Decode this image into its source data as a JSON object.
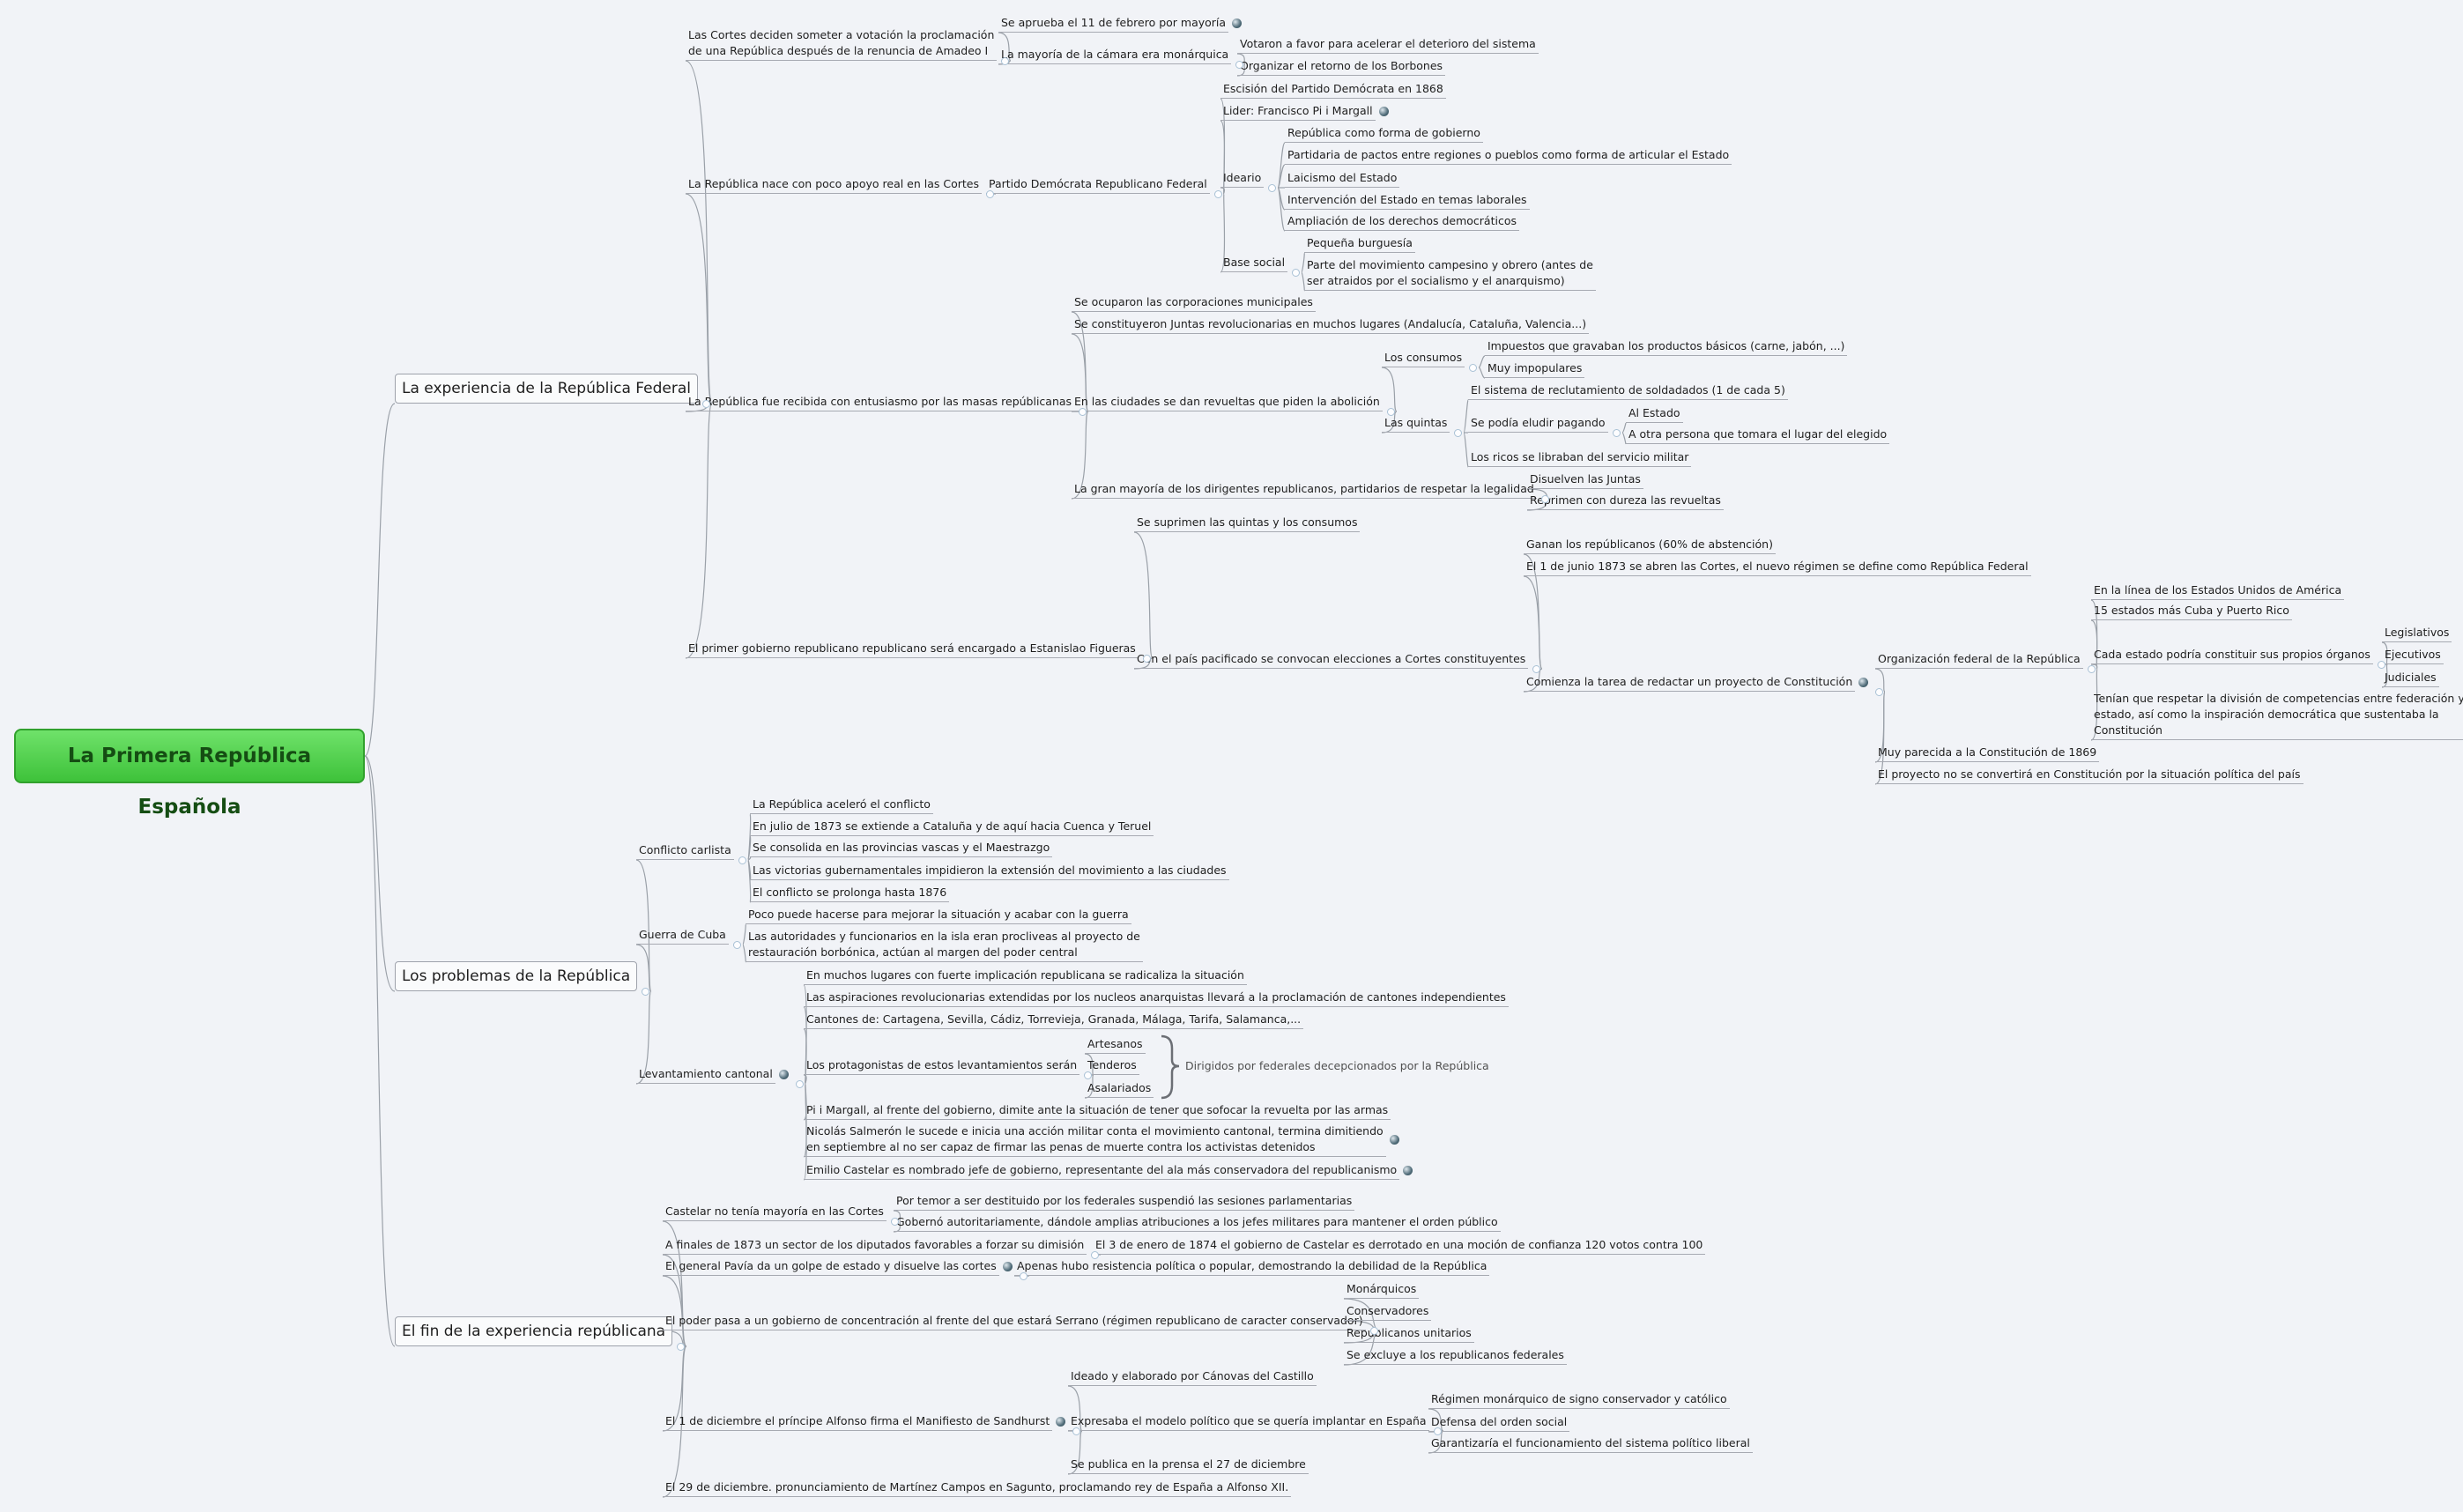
{
  "root": "La Primera República Española",
  "nodes": {
    "r1": "La experiencia de la República Federal",
    "r2": "Los problemas de la República",
    "r3": "El fin de la experiencia repúblicana",
    "a1": [
      "Las Cortes deciden someter a votación la proclamación",
      "de una República después de la renuncia de Amadeo I"
    ],
    "a1a": "Se aprueba el 11 de febrero por mayoría",
    "a1b": "La mayoría de la cámara era monárquica",
    "a1b1": "Votaron a favor para acelerar el deterioro del sistema",
    "a1b2": "Organizar el retorno de los Borbones",
    "a2": "La República nace con poco apoyo real en las Cortes",
    "a2a": "Partido Demócrata Republicano Federal",
    "a2a1": "Escisión del Partido Demócrata en 1868",
    "a2a2": "Lider: Francisco Pi i Margall",
    "a2a3": "Ideario",
    "a2a3a": "República como forma de gobierno",
    "a2a3b": "Partidaria de pactos entre regiones o pueblos como forma de articular el Estado",
    "a2a3c": "Laicismo del Estado",
    "a2a3d": "Intervención del Estado en temas laborales",
    "a2a3e": "Ampliación de los derechos democráticos",
    "a2a4": "Base social",
    "a2a4a": "Pequeña burguesía",
    "a2a4b": [
      "Parte del movimiento campesino y obrero (antes de",
      "ser atraidos por el socialismo y el anarquismo)"
    ],
    "a3": "La República fue recibida con entusiasmo por las masas repúblicanas",
    "a3a": "Se ocuparon las corporaciones municipales",
    "a3b": "Se constituyeron Juntas revolucionarias en muchos lugares (Andalucía, Cataluña, Valencia...)",
    "a3c": "En las ciudades se dan revueltas que piden la abolición",
    "a3c1": "Los consumos",
    "a3c1a": "Impuestos que gravaban los productos básicos (carne, jabón, ...)",
    "a3c1b": "Muy impopulares",
    "a3c2": "Las quintas",
    "a3c2a": "El sistema de reclutamiento de soldadados (1 de cada 5)",
    "a3c2b": "Se podía eludir pagando",
    "a3c2b1": "Al Estado",
    "a3c2b2": "A otra persona que tomara el lugar del elegido",
    "a3c2c": "Los ricos se libraban del servicio militar",
    "a3d": "La gran mayoría de los dirigentes republicanos, partidarios de respetar la legalidad",
    "a3d1": "Disuelven las Juntas",
    "a3d2": "Reprimen con dureza las revueltas",
    "a4": "El primer gobierno republicano republicano será encargado a Estanislao Figueras",
    "a4a": "Se suprimen las quintas y los consumos",
    "a4b": "Con el país pacificado se convocan elecciones a Cortes constituyentes",
    "a4b1": "Ganan los repúblicanos (60% de abstención)",
    "a4b2": "El 1 de  junio 1873 se abren las Cortes, el nuevo régimen se define como República Federal",
    "a4b3": "Comienza la tarea de redactar un proyecto de Constitución",
    "a4b3a": "Organización federal de la República",
    "a4b3a1": "En la línea de los Estados Unidos de América",
    "a4b3a2": "15 estados más Cuba y Puerto Rico",
    "a4b3a3": "Cada estado podría constituir sus propios órganos",
    "a4b3a3a": "Legislativos",
    "a4b3a3b": "Ejecutivos",
    "a4b3a3c": "Judiciales",
    "a4b3a4": [
      "Tenían que respetar la división de competencias entre federación y",
      "estado, así como la inspiración democrática que sustentaba la",
      "Constitución"
    ],
    "a4b3b": "Muy parecida a la Constitución de 1869",
    "a4b3c": "El proyecto no se convertirá en Constitución por la situación política del país",
    "b1": "Conflicto carlista",
    "b1a": "La República aceleró el conflicto",
    "b1b": "En julio de 1873 se extiende a Cataluña y de aquí hacia Cuenca y Teruel",
    "b1c": "Se consolida en las provincias vascas y el Maestrazgo",
    "b1d": "Las victorias gubernamentales impidieron la extensión del movimiento a las ciudades",
    "b1e": "El conflicto se prolonga hasta 1876",
    "b2": "Guerra de Cuba",
    "b2a": "Poco puede hacerse para mejorar la situación y acabar con la guerra",
    "b2b": [
      "Las autoridades y funcionarios en la isla eran procliveas al proyecto de",
      "restauración borbónica, actúan al margen del poder central"
    ],
    "b3": "Levantamiento cantonal",
    "b3a": "En muchos lugares con fuerte implicación republicana se radicaliza la situación",
    "b3b": "Las aspiraciones revolucionarias extendidas por los nucleos anarquistas llevará a la proclamación de cantones independientes",
    "b3c": "Cantones de: Cartagena, Sevilla, Cádiz, Torrevieja, Granada, Málaga, Tarifa, Salamanca,...",
    "b3d": "Los protagonistas de estos levantamientos serán",
    "b3d1": "Artesanos",
    "b3d2": "Tenderos",
    "b3d3": "Asalariados",
    "b3dn": "Dirigidos por federales decepcionados por la República",
    "b3e": "Pi i Margall, al frente del gobierno, dimite ante la situación de tener que sofocar la revuelta por las armas",
    "b3f": [
      "Nicolás Salmerón le sucede e inicia una acción militar conta el movimiento cantonal, termina dimitiendo",
      "en septiembre al no ser capaz de firmar las penas de muerte contra los activistas detenidos"
    ],
    "b3g": "Emilio Castelar es nombrado jefe de gobierno, representante del ala más conservadora del republicanismo",
    "c1": "Castelar no tenía mayoría en las Cortes",
    "c1a": "Por temor a ser destituido por los federales suspendió las sesiones parlamentarias",
    "c1b": "Gobernó autoritariamente, dándole amplias atribuciones a los jefes militares para mantener el orden público",
    "c2": "A finales de 1873 un sector de los diputados favorables a forzar su dimisión",
    "c2a": "El 3 de enero de 1874 el gobierno de Castelar es derrotado en una moción de confianza 120 votos contra 100",
    "c3": "El general Pavía da un golpe de estado y disuelve las cortes",
    "c3a": "Apenas hubo resistencia política o popular, demostrando la debilidad de la República",
    "c4": "El poder pasa a un gobierno de concentración al frente del que estará Serrano (régimen republicano de caracter conservador)",
    "c4a": "Monárquicos",
    "c4b": "Conservadores",
    "c4c": "Republicanos unitarios",
    "c4d": "Se excluye a los republicanos federales",
    "c5": "El 1 de diciembre el príncipe Alfonso firma el Manifiesto de Sandhurst",
    "c5a": "Ideado y elaborado por Cánovas del Castillo",
    "c5b": "Expresaba el modelo político que se quería implantar en España",
    "c5b1": "Régimen monárquico de signo conservador y católico",
    "c5b2": "Defensa del orden social",
    "c5b3": "Garantizaría el funcionamiento del sistema político liberal",
    "c5c": "Se publica en la prensa el 27 de diciembre",
    "c6": "El 29 de diciembre. pronunciamiento de Martínez Campos en Sagunto, proclamando rey de España a Alfonso XII."
  },
  "icons": {
    "a1a": "globe-icon",
    "a2a2": "globe-icon",
    "a4b3": "globe-icon",
    "b3": "globe-icon",
    "b3f": "globe-icon",
    "b3g": "globe-icon",
    "c3": "globe-icon",
    "c5": "globe-icon"
  },
  "colors": {
    "background": "#f1f3f7",
    "root_fill": "#4ccf47",
    "line": "#9aa0a8"
  }
}
